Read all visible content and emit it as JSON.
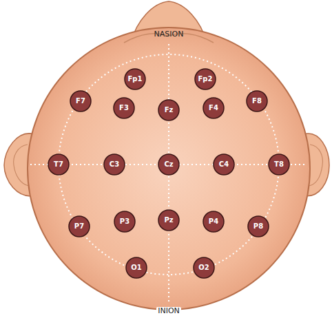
{
  "diagram": {
    "nodes": [
      {
        "text": [
          "Fp1"
        ]
      },
      {
        "text": [
          "Fp2"
        ]
      },
      {
        "text": [
          "F7"
        ]
      },
      {
        "text": [
          "F3"
        ]
      },
      {
        "text": [
          "Fz"
        ]
      },
      {
        "text": [
          "F4"
        ]
      },
      {
        "text": [
          "F8"
        ]
      },
      {
        "text": [
          "T7"
        ]
      },
      {
        "text": [
          "C3"
        ]
      },
      {
        "text": [
          "Cz"
        ]
      },
      {
        "text": [
          "C4"
        ]
      },
      {
        "text": [
          "T8"
        ]
      },
      {
        "text": [
          "P7"
        ]
      },
      {
        "text": [
          "P3"
        ]
      },
      {
        "text": [
          "Pz"
        ]
      },
      {
        "text": [
          "P4"
        ]
      },
      {
        "text": [
          "P8"
        ]
      },
      {
        "text": [
          "O1"
        ]
      },
      {
        "text": [
          "O2"
        ]
      }
    ],
    "labels": [
      "NASION",
      "INION"
    ]
  }
}
